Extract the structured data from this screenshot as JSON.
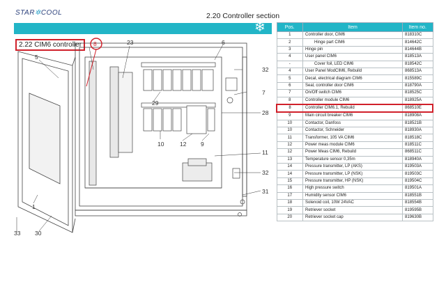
{
  "header": {
    "logo_text_a": "STAR",
    "logo_text_b": "COOL",
    "section_title": "2.20 Controller section"
  },
  "diagram": {
    "title": "2.22 CIM6 controller",
    "callouts": [
      "5",
      "23",
      "6",
      "32",
      "7",
      "28",
      "29",
      "10",
      "12",
      "9",
      "11",
      "32",
      "31",
      "1",
      "30",
      "33",
      "8"
    ]
  },
  "table": {
    "headers": [
      "Pos.",
      "Item",
      "Item no."
    ],
    "rows": [
      {
        "pos": "1",
        "item": "Controller door, CIM6",
        "no": "818310C",
        "indent": false
      },
      {
        "pos": "2",
        "item": "Hinge part CIM6",
        "no": "814642C",
        "indent": true
      },
      {
        "pos": "3",
        "item": "Hinge pin",
        "no": "814644B",
        "indent": false
      },
      {
        "pos": "4",
        "item": "User panel CIM6",
        "no": "818513A",
        "indent": false
      },
      {
        "pos": "-",
        "item": "Cover foil, LED CIM6",
        "no": "818542C",
        "indent": true
      },
      {
        "pos": "4",
        "item": "User Panel ModCIM6, Rebuild",
        "no": "868513A",
        "indent": false
      },
      {
        "pos": "5",
        "item": "Decal, electrical diagram CIM6",
        "no": "815589C",
        "indent": false
      },
      {
        "pos": "6",
        "item": "Seal, controller door CIM6",
        "no": "818790A",
        "indent": false
      },
      {
        "pos": "7",
        "item": "On/Off switch CIM6",
        "no": "818525C",
        "indent": false
      },
      {
        "pos": "8",
        "item": "Controller module CIM6",
        "no": "818925A",
        "indent": false
      },
      {
        "pos": "8",
        "item": "Controller CIM6.1, Rebuild",
        "no": "868510E",
        "indent": false,
        "highlight": true
      },
      {
        "pos": "9",
        "item": "Main circuit breaker CIM6",
        "no": "818908A",
        "indent": false
      },
      {
        "pos": "10",
        "item": "Contactor, Danfoss",
        "no": "818521B",
        "indent": false
      },
      {
        "pos": "10",
        "item": "Contactor, Schneider",
        "no": "818930A",
        "indent": false
      },
      {
        "pos": "11",
        "item": "Transformer, 105 VA CIM6",
        "no": "818518C",
        "indent": false
      },
      {
        "pos": "12",
        "item": "Power meas module CIM6",
        "no": "818511C",
        "indent": false
      },
      {
        "pos": "12",
        "item": "Power Meas CIM6, Rebuild",
        "no": "868511C",
        "indent": false
      },
      {
        "pos": "13",
        "item": "Temperature sensor 0,35m",
        "no": "818940A",
        "indent": false
      },
      {
        "pos": "14",
        "item": "Pressure transmitter, LP (AKS)",
        "no": "819503A",
        "indent": false
      },
      {
        "pos": "14",
        "item": "Pressure transmitter, LP (NSK)",
        "no": "819503C",
        "indent": false
      },
      {
        "pos": "15",
        "item": "Pressure transmitter, HP (NSK)",
        "no": "819504C",
        "indent": false
      },
      {
        "pos": "16",
        "item": "High pressure switch",
        "no": "819501A",
        "indent": false
      },
      {
        "pos": "17",
        "item": "Humidity sensor CIM6",
        "no": "818551B",
        "indent": false
      },
      {
        "pos": "18",
        "item": "Solenoid coil, 10W 24VAC",
        "no": "818554B",
        "indent": false
      },
      {
        "pos": "19",
        "item": "Retriever socket",
        "no": "819595B",
        "indent": false
      },
      {
        "pos": "20",
        "item": "Retriever socket cap",
        "no": "819630B",
        "indent": false
      }
    ]
  }
}
